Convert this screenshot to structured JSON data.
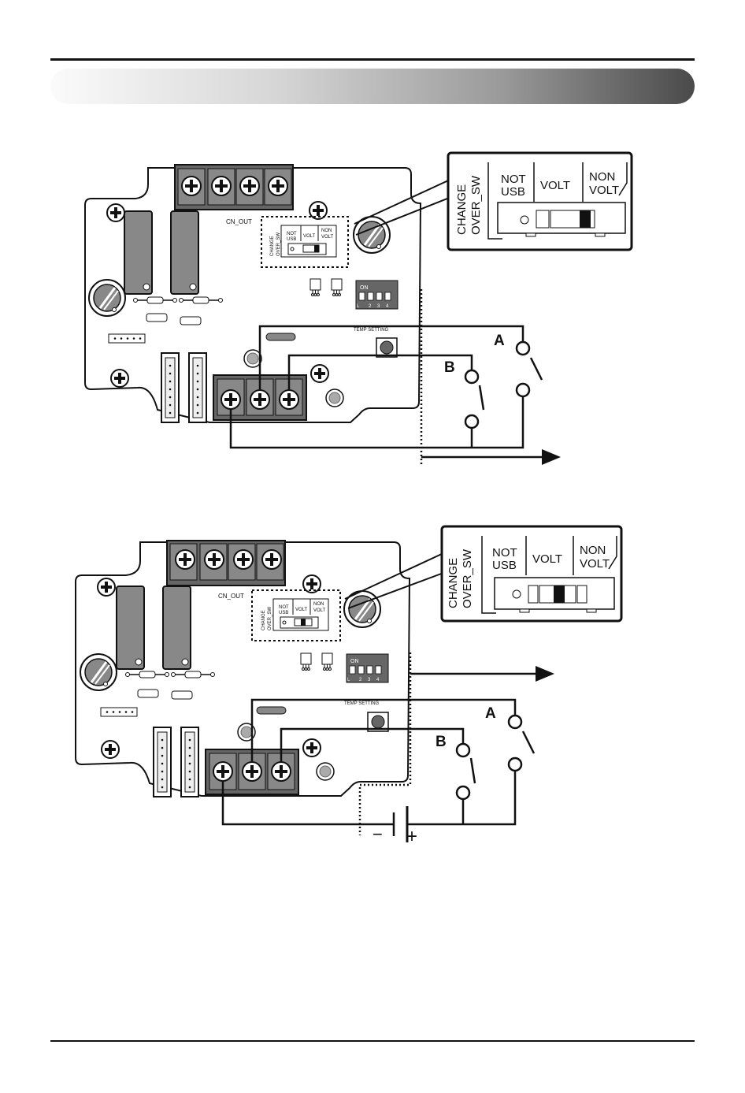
{
  "diagram_1": {
    "pcb": {
      "cn_out": "CN_OUT",
      "switch_title": "CHANGE OVER_SW",
      "dip_on": "ON",
      "dip_numbers": [
        "1",
        "2",
        "3",
        "4"
      ],
      "dip_l": "L",
      "temp_setting": "TEMP SETTING"
    },
    "callout": {
      "title_line1": "CHANGE",
      "title_line2": "OVER_SW",
      "opt1_line1": "NOT",
      "opt1_line2": "USB",
      "opt2": "VOLT",
      "opt3_line1": "NON",
      "opt3_line2": "VOLT"
    },
    "contact_a": "A",
    "contact_b": "B",
    "slider_position": "NON VOLT"
  },
  "diagram_2": {
    "pcb": {
      "cn_out": "CN_OUT",
      "switch_title": "CHANGE OVER_SW",
      "dip_on": "ON",
      "dip_numbers": [
        "1",
        "2",
        "3",
        "4"
      ],
      "dip_l": "L",
      "temp_setting": "TEMP SETTING"
    },
    "callout": {
      "title_line1": "CHANGE",
      "title_line2": "OVER_SW",
      "opt1_line1": "NOT",
      "opt1_line2": "USB",
      "opt2": "VOLT",
      "opt3_line1": "NON",
      "opt3_line2": "VOLT"
    },
    "contact_a": "A",
    "contact_b": "B",
    "battery_minus": "−",
    "battery_plus": "+",
    "slider_position": "VOLT"
  }
}
